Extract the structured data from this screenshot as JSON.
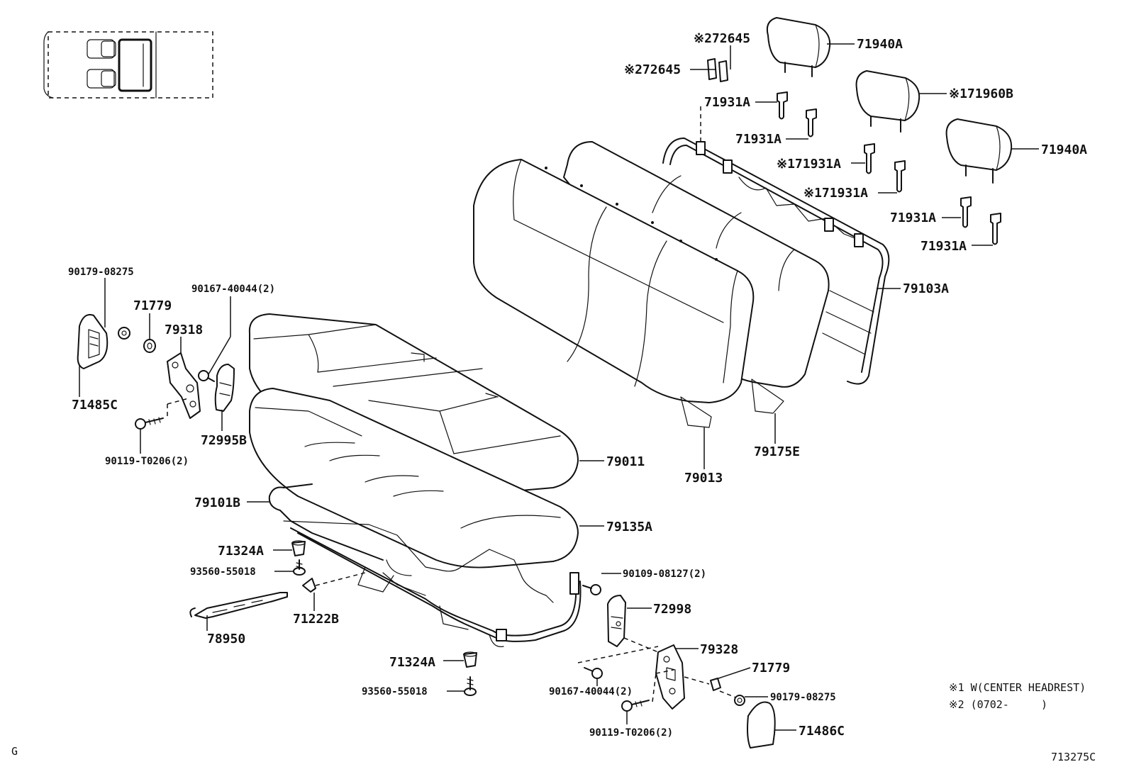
{
  "labels": {
    "p71940A_top": "71940A",
    "p72645_a": "※272645",
    "p72645_b": "※272645",
    "p71931A_a": "71931A",
    "p71931A_b": "71931A",
    "p71960B": "※171960B",
    "p71940A_right": "71940A",
    "p71931A_c": "※171931A",
    "p71931A_d": "※171931A",
    "p71931A_e": "71931A",
    "p71931A_f": "71931A",
    "p79103A": "79103A",
    "p90179_08275_a": "90179-08275",
    "p71779_a": "71779",
    "p90167_40044_a": "90167-40044(2)",
    "p79318": "79318",
    "p71485C": "71485C",
    "p72995B": "72995B",
    "p90119_T0206_a": "90119-T0206(2)",
    "p79011": "79011",
    "p79013": "79013",
    "p79175E": "79175E",
    "p79101B": "79101B",
    "p79135A": "79135A",
    "p71324A_a": "71324A",
    "p93560_55018_a": "93560-55018",
    "p90109_08127": "90109-08127(2)",
    "p72998": "72998",
    "p71222B": "71222B",
    "p78950": "78950",
    "p79328": "79328",
    "p71324A_b": "71324A",
    "p71779_b": "71779",
    "p93560_55018_b": "93560-55018",
    "p90167_40044_b": "90167-40044(2)",
    "p90179_08275_b": "90179-08275",
    "p90119_T0206_b": "90119-T0206(2)",
    "p71486C": "71486C"
  },
  "notes": {
    "note1": "※1 W(CENTER HEADREST)",
    "note2": "※2 (0702-     )"
  },
  "footer": {
    "left_code": "G",
    "diagram_id": "713275C"
  }
}
